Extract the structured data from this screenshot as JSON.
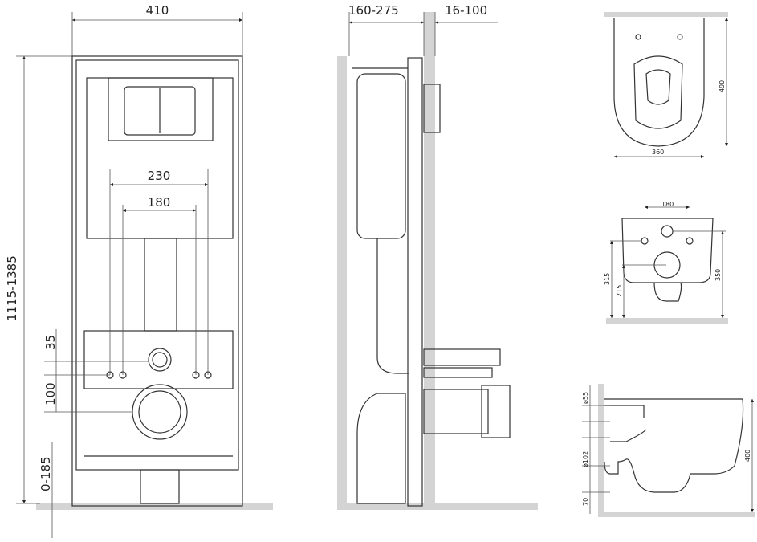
{
  "front_view": {
    "width": "410",
    "height": "1115-1385",
    "flush_plate_spacing": "230",
    "bolt_spacing": "180",
    "bolt_offset": "35",
    "drain_offset": "100",
    "floor_offset": "0-185"
  },
  "side_view": {
    "frame_depth": "160-275",
    "wall_depth": "16-100"
  },
  "top_view": {
    "length": "490",
    "width": "360"
  },
  "back_view": {
    "bolt_spacing": "180",
    "bolt_height": "315",
    "drain_height": "215",
    "inlet_height": "350"
  },
  "profile_view": {
    "inlet_diameter": "ø55",
    "outlet_diameter": "ø102",
    "height": "400",
    "bottom_offset": "70"
  }
}
